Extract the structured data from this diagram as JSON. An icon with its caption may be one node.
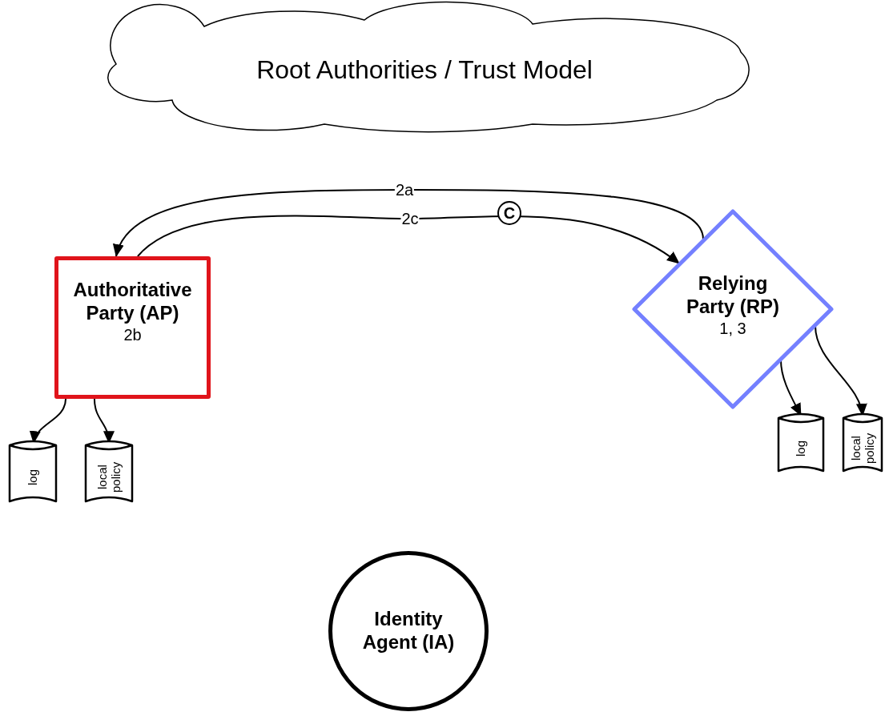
{
  "diagram": {
    "nodes": [
      {
        "text": [
          "Root Authorities / Trust Model"
        ]
      },
      {
        "text": [
          "Authoritative Party (AP)",
          "2b"
        ]
      },
      {
        "text": [
          "Relying Party (RP)",
          "1, 3"
        ]
      },
      {
        "text": [
          "log"
        ]
      },
      {
        "text": [
          "local policy"
        ]
      },
      {
        "text": [
          "log"
        ]
      },
      {
        "text": [
          "local policy"
        ]
      },
      {
        "text": [
          "Identity Agent (IA)"
        ]
      }
    ],
    "edges": [
      {
        "from": 2,
        "to": 1,
        "arrow": "to",
        "label": "2a"
      },
      {
        "from": 1,
        "to": 2,
        "arrow": "to",
        "label": "2c"
      },
      {
        "from": 1,
        "to": 3,
        "arrow": "to"
      },
      {
        "from": 1,
        "to": 4,
        "arrow": "to"
      },
      {
        "from": 2,
        "to": 5,
        "arrow": "to"
      },
      {
        "from": 2,
        "to": 6,
        "arrow": "to"
      }
    ],
    "labels": [
      "C"
    ]
  }
}
